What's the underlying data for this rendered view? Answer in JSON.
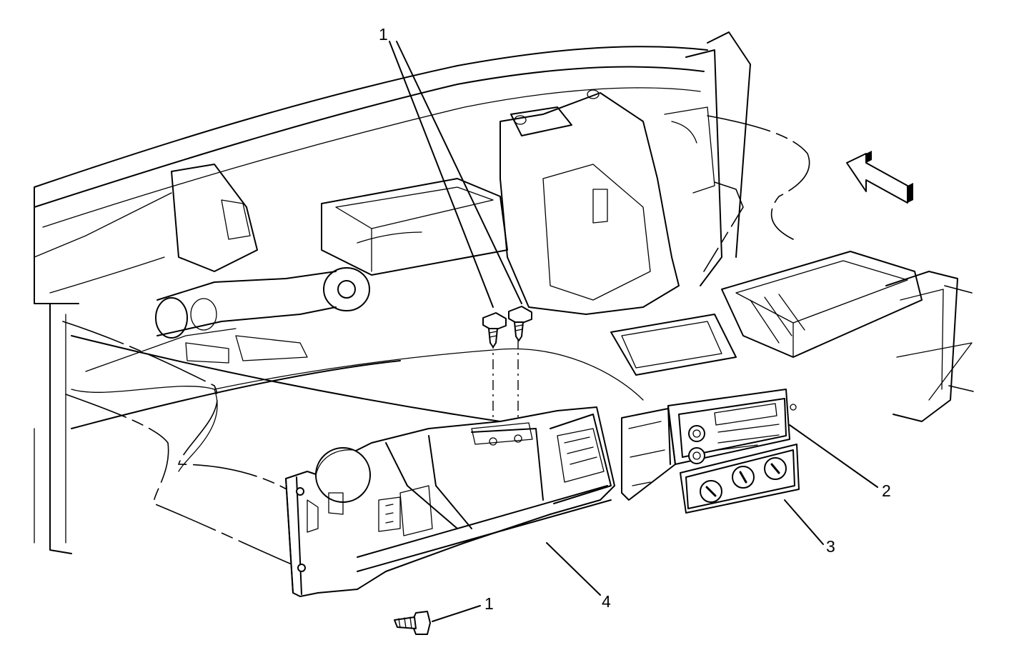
{
  "callouts": {
    "screw_top": "1",
    "screw_bottom": "1",
    "radio": "2",
    "hvac_control": "3",
    "trim_panel": "4"
  }
}
